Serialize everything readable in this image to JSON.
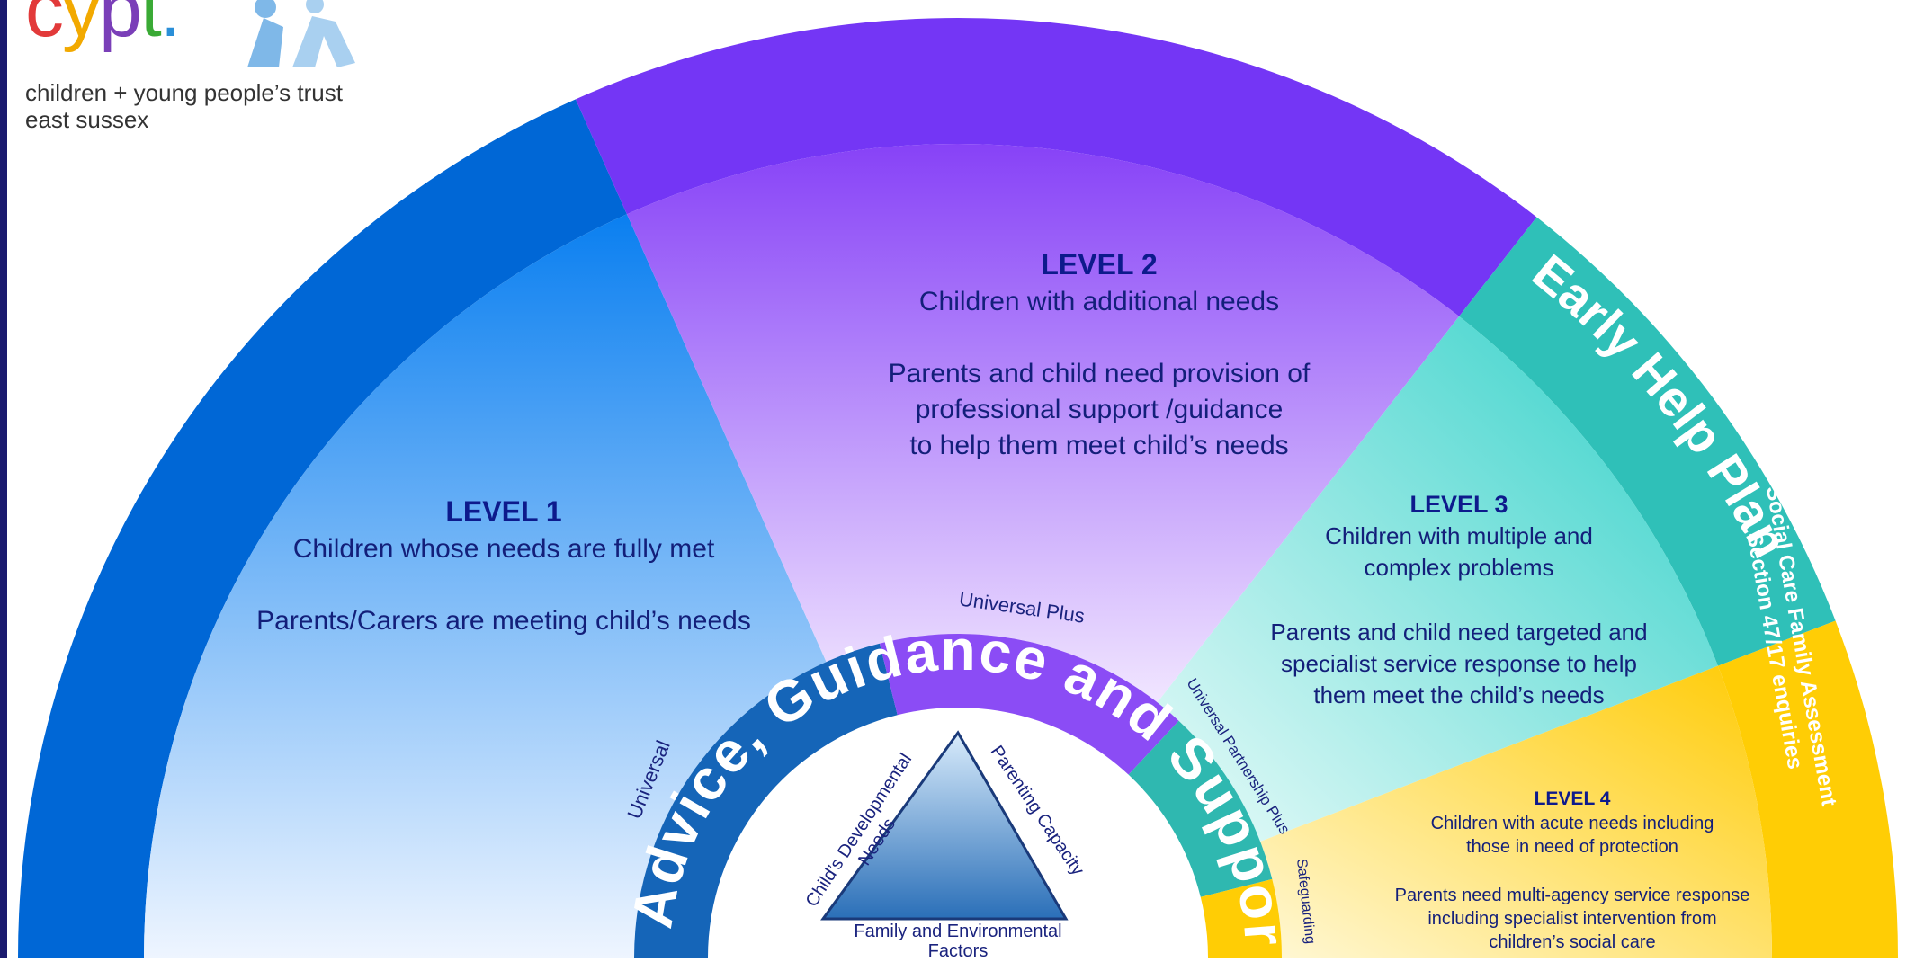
{
  "logo": {
    "wordmark": "cypt.",
    "tagline_line1": "children + young people’s trust",
    "tagline_line2": "east sussex",
    "colors": {
      "c": "#e23a3a",
      "y": "#f2a900",
      "p": "#7a3fb8",
      "t": "#3aaa35",
      "dot": "#2a8fd8",
      "figures": "#7fb8e8"
    }
  },
  "levels": [
    {
      "id": "level1",
      "title": "LEVEL 1",
      "lines": [
        "Children whose needs are fully met",
        "",
        "Parents/Carers are meeting child’s needs"
      ],
      "color": "#0a7fe8"
    },
    {
      "id": "level2",
      "title": "LEVEL 2",
      "lines": [
        "Children with additional needs",
        "",
        "Parents and child need provision of",
        "professional support /guidance",
        "to help them meet child’s needs"
      ],
      "color": "#8b4cf5"
    },
    {
      "id": "level3",
      "title": "LEVEL 3",
      "lines": [
        "Children with multiple and",
        "complex problems",
        "",
        "Parents and child need targeted and",
        "specialist service response to help",
        "them meet the child’s needs"
      ],
      "color": "#3ccfc8"
    },
    {
      "id": "level4",
      "title": "LEVEL 4",
      "lines": [
        "Children with acute needs including",
        "those in need of protection",
        "",
        "Parents need multi-agency service response",
        "including specialist intervention from",
        "children’s social care"
      ],
      "color": "#ffd11a"
    }
  ],
  "outer_band_labels": {
    "early_help": "Early Help Plan",
    "social_care_line1": "Social Care Family Assessment",
    "social_care_line2": "Section 47/17 enquiries"
  },
  "inner_arc_labels": {
    "universal": "Universal",
    "universal_plus": "Universal Plus",
    "universal_partnership_plus": "Universal Partnership Plus",
    "safeguarding": "Safeguarding"
  },
  "ring_text": "Advice, Guidance and Support",
  "triangle": {
    "left": "Child’s Developmental Needs",
    "left_line1": "Child’s Developmental",
    "left_line2": "Needs",
    "right": "Parenting Capacity",
    "bottom_line1": "Family and Environmental",
    "bottom_line2": "Factors"
  }
}
